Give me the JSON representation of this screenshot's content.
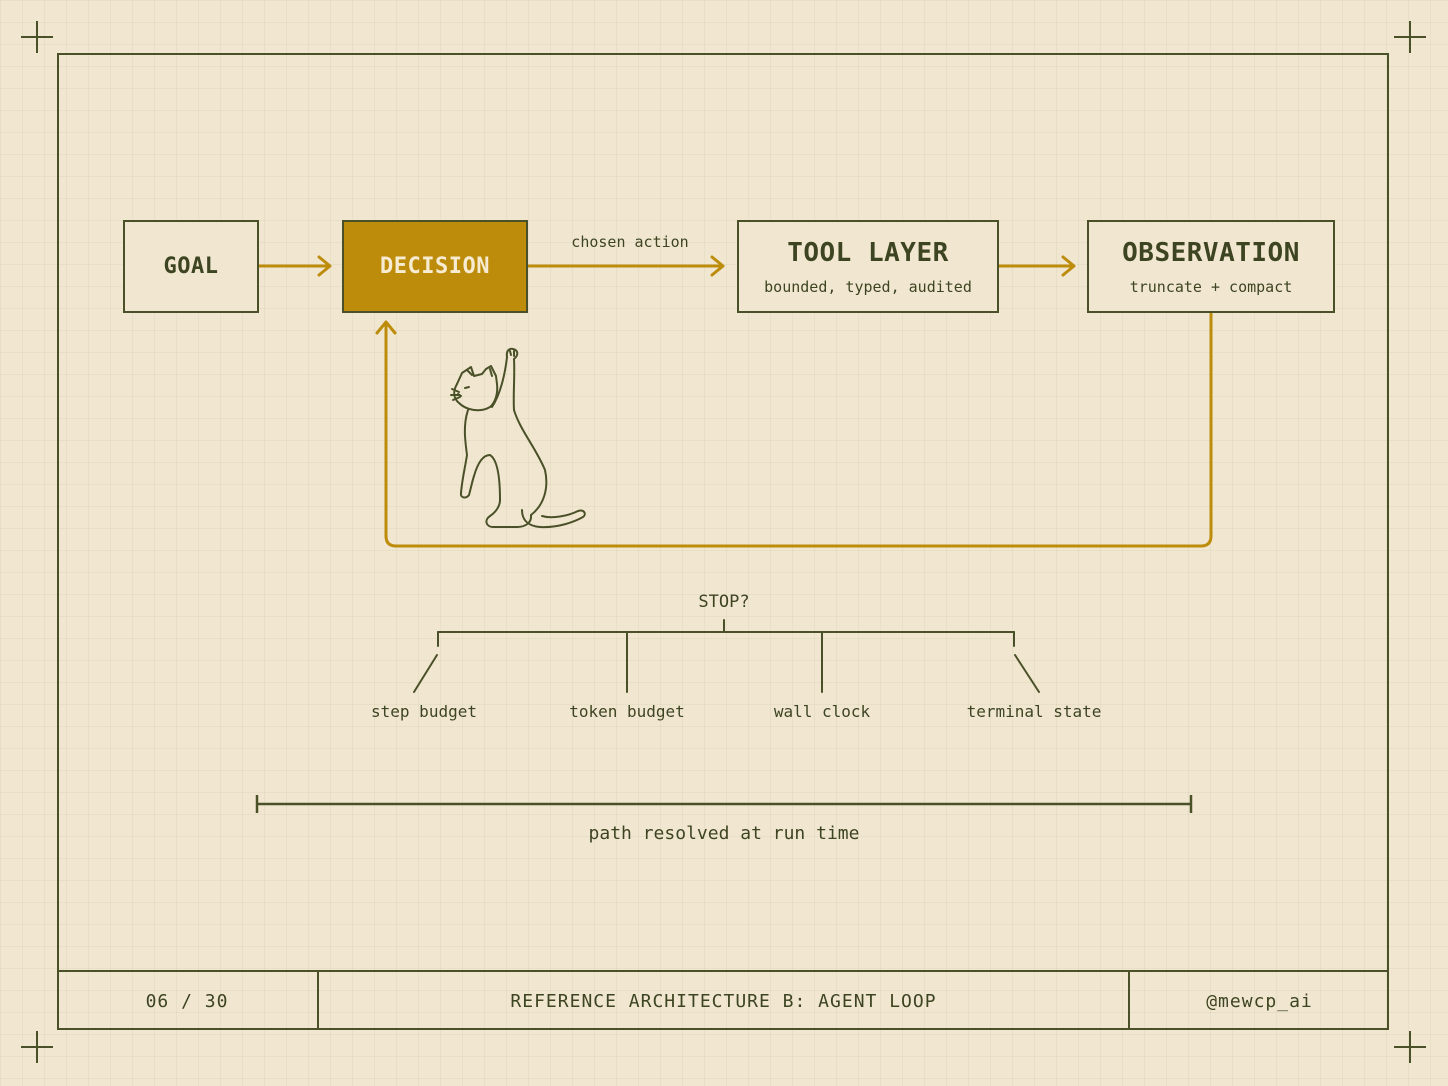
{
  "diagram": {
    "nodes": {
      "goal": {
        "title": "GOAL"
      },
      "decision": {
        "title": "DECISION"
      },
      "tool_layer": {
        "title": "TOOL LAYER",
        "subtitle": "bounded, typed, audited"
      },
      "observation": {
        "title": "OBSERVATION",
        "subtitle": "truncate + compact"
      }
    },
    "edge_label": "chosen action",
    "stop": {
      "title": "STOP?",
      "conditions": [
        "step budget",
        "token budget",
        "wall clock",
        "terminal state"
      ]
    },
    "span_label": "path resolved at run time"
  },
  "footer": {
    "page": "06 / 30",
    "title": "REFERENCE ARCHITECTURE B: AGENT LOOP",
    "handle": "@mewcp_ai"
  },
  "colors": {
    "background": "#f1e7d1",
    "ink": "#4a5128",
    "accent": "#bd8c0b"
  },
  "icons": [
    "cat-illustration",
    "crop-mark-icon"
  ]
}
